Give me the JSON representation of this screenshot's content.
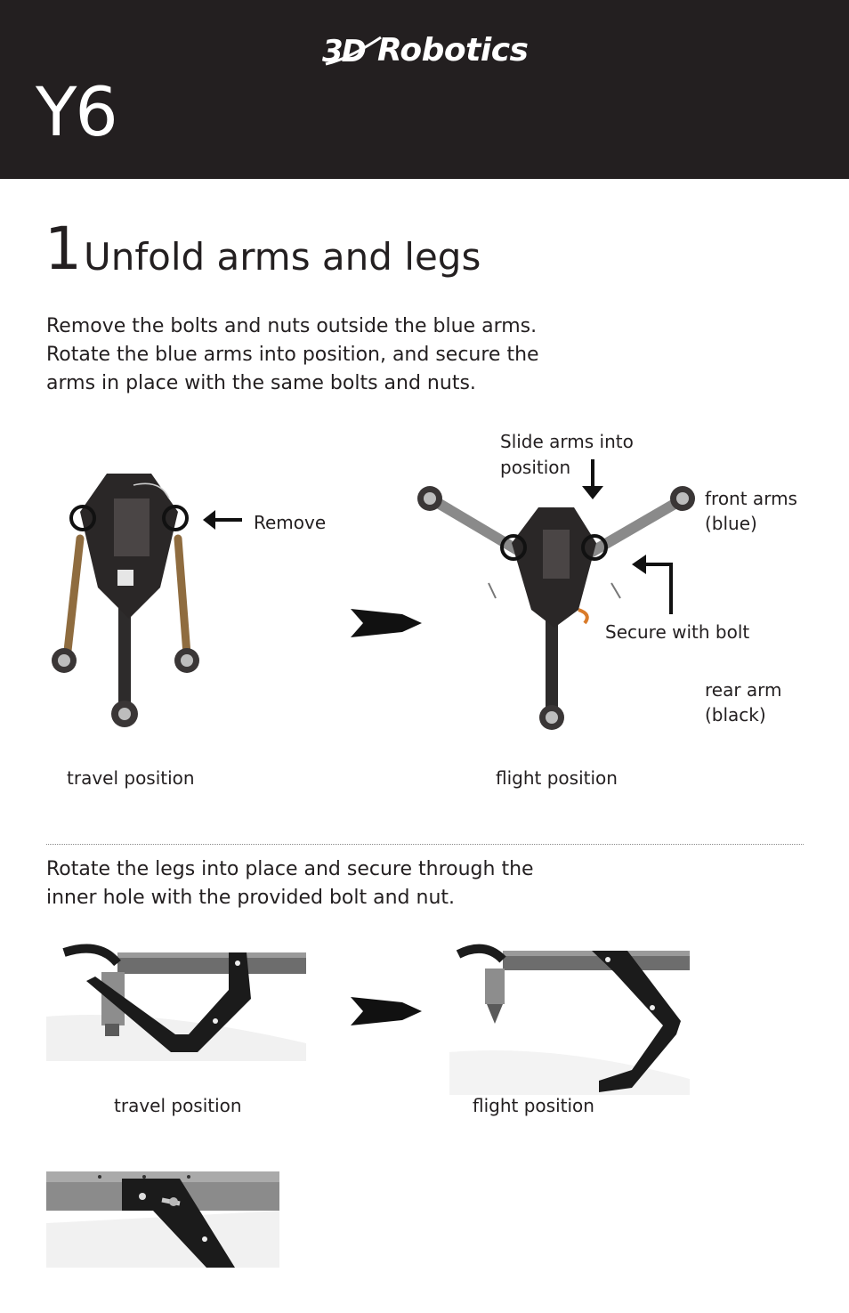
{
  "header": {
    "brand_3d": "3D",
    "brand_name": "Robotics",
    "product": "Y6"
  },
  "step": {
    "number": "1",
    "title": "Unfold arms and legs"
  },
  "section1": {
    "instructions": [
      "Remove the bolts and nuts outside the blue arms.",
      "Rotate the blue arms into position, and secure the",
      "arms in place with the same bolts and nuts."
    ],
    "remove_label": "Remove",
    "slide_label": [
      "Slide arms into",
      "position"
    ],
    "front_arms_label": [
      "front arms",
      "(blue)"
    ],
    "secure_label": "Secure with bolt",
    "rear_arm_label": [
      "rear arm",
      "(black)"
    ],
    "travel_caption": "travel position",
    "flight_caption": "flight position"
  },
  "section2": {
    "instructions": [
      "Rotate the legs into place and secure through the",
      "inner hole with the provided bolt and nut."
    ],
    "travel_caption": "travel position",
    "flight_caption": "flight position"
  }
}
